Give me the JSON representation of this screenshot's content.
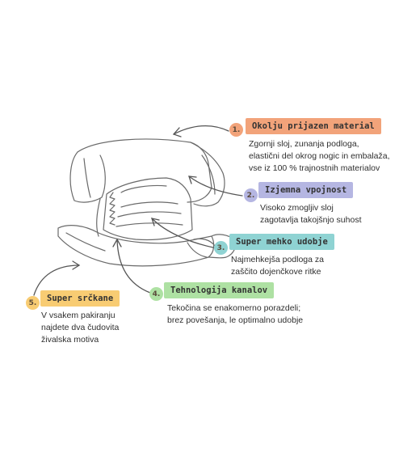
{
  "colors": {
    "orange": "#f2a37a",
    "purple": "#b5b6e2",
    "teal": "#8fd3d3",
    "yellow": "#f8cc73",
    "green": "#aee1a3",
    "ink": "#5f5f5f"
  },
  "features": [
    {
      "number": "1.",
      "title": "Okolju prijazen material",
      "color": "orange",
      "lines": [
        "Zgornji sloj, zunanja podloga,",
        "elastični del okrog nogic in embalaža,",
        "vse iz 100 % trajnostnih materialov"
      ]
    },
    {
      "number": "2.",
      "title": "Izjemna vpojnost",
      "color": "purple",
      "lines": [
        "Visoko zmogljiv sloj",
        "zagotavlja takojšnjo suhost"
      ]
    },
    {
      "number": "3.",
      "title": "Super mehko udobje",
      "color": "teal",
      "lines": [
        "Najmehkejša podloga za",
        "zaščito dojenčkove ritke"
      ]
    },
    {
      "number": "4.",
      "title": "Tehnologija kanalov",
      "color": "green",
      "lines": [
        "Tekočina se enakomerno porazdeli;",
        "brez povešanja, le optimalno udobje"
      ]
    },
    {
      "number": "5.",
      "title": "Super srčkane",
      "color": "yellow",
      "lines": [
        "V vsakem pakiranju",
        "najdete dva čudovita",
        "živalska motiva"
      ]
    }
  ]
}
